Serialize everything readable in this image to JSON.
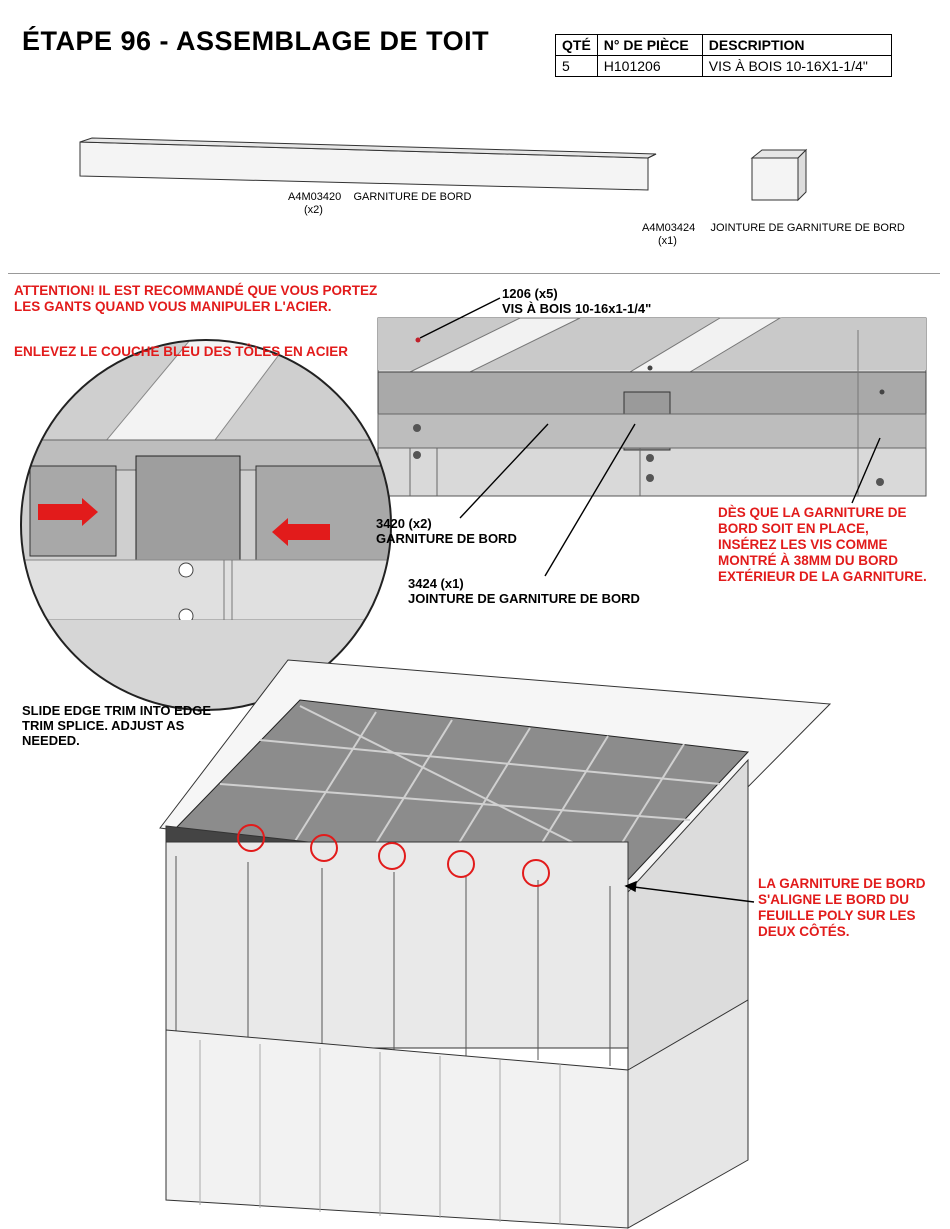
{
  "header": {
    "title": "ÉTAPE 96 - ASSEMBLAGE DE TOIT"
  },
  "parts_table": {
    "headers": [
      "QTÉ",
      "N° DE PIÈCE",
      "DESCRIPTION"
    ],
    "rows": [
      {
        "qty": "5",
        "part": "H101206",
        "desc": "VIS À BOIS 10-16X1-1/4\""
      }
    ]
  },
  "parts": {
    "trim": {
      "code": "A4M03420",
      "qty": "(x2)",
      "name": "GARNITURE DE BORD"
    },
    "splice": {
      "code": "A4M03424",
      "qty": "(x1)",
      "name": "JOINTURE DE GARNITURE DE BORD"
    }
  },
  "warnings": {
    "gloves": "ATTENTION! IL EST RECOMMANDÉ QUE VOUS PORTEZ LES GANTS QUAND VOUS MANIPULER L'ACIER.",
    "film": "ENLEVEZ LE COUCHE BLEU DES TÔLES EN ACIER"
  },
  "callouts": {
    "screw_id": "1206 (x5)",
    "screw_name": "VIS À BOIS 10-16x1-1/4\"",
    "trim_id": "3420 (x2)",
    "trim_name": "GARNITURE DE BORD",
    "splice_id": "3424 (x1)",
    "splice_name": "JOINTURE DE GARNITURE DE BORD",
    "screw_instruction": "DÈS QUE LA GARNITURE DE BORD SOIT EN PLACE, INSÉREZ LES VIS COMME MONTRÉ À 38MM DU BORD EXTÉRIEUR DE LA GARNITURE.",
    "slide_instruction": "SLIDE EDGE TRIM INTO EDGE TRIM SPLICE. ADJUST AS NEEDED.",
    "align_note": "LA GARNITURE DE BORD S'ALIGNE LE BORD DU FEUILLE POLY SUR LES DEUX CÔTÉS."
  }
}
